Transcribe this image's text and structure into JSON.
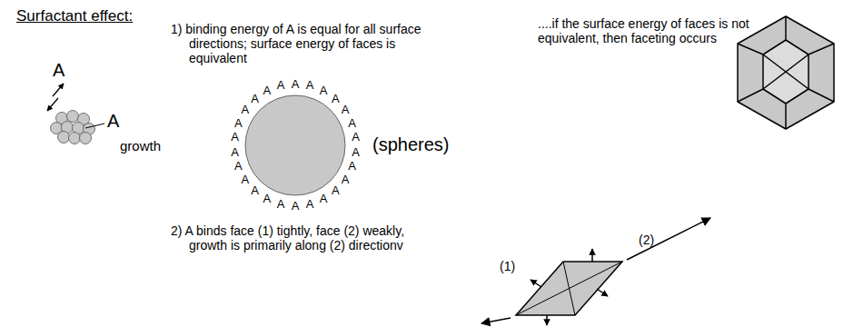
{
  "diagram": {
    "title": "Surfactant effect:",
    "labels": [
      "A",
      "A",
      "growth",
      "1) binding energy of A is equal for all surface directions; surface energy of faces is equivalent",
      "(spheres)",
      "....if the surface energy of faces is not equivalent, then faceting occurs",
      "2) A binds face (1) tightly, face (2) weakly, growth is primarily along (2) directionv",
      "(1)",
      "(2)",
      "A",
      "A",
      "A",
      "A",
      "A",
      "A",
      "A",
      "A",
      "A",
      "A",
      "A",
      "A",
      "A",
      "A",
      "A",
      "A",
      "A",
      "A",
      "A",
      "A",
      "A",
      "A",
      "A",
      "A",
      "A",
      "A"
    ]
  }
}
